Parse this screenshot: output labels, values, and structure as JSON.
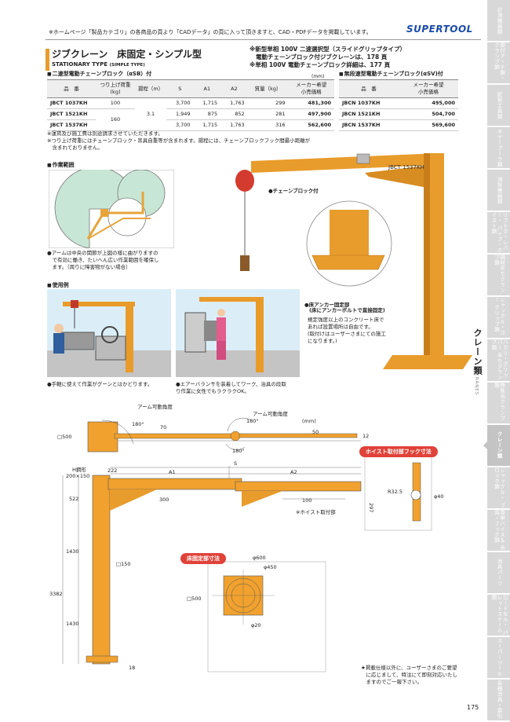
{
  "header": {
    "note": "※ホームページ「製品カテゴリ」の各商品の頁より「CADデータ」の頁に入って頂きますと、CAD・PDFデータを掲載しています。",
    "logo": "SUPERTOOL"
  },
  "title": {
    "main": "ジブクレーン　床固定・シンプル型",
    "sub_en": "STATIONARY TYPE",
    "sub_en_small": "(SIMPLE TYPE)"
  },
  "new_notes": [
    "※新型単相 100V 二速選択型（スライドグリップタイプ）",
    "電動チェーンブロック付ジブクレーンは、178 頁",
    "※単相 100V 電動チェーンブロック詳細は、177 頁"
  ],
  "table_left": {
    "heading": "二速型電動チェーンブロック（αSB）付",
    "unit": "(mm)",
    "columns": [
      "品　番",
      "つり上げ荷重\n(kg)",
      "揚程（m）",
      "S",
      "A1",
      "A2",
      "質量（kg）",
      "メーカー希望\n小売価格"
    ],
    "rows": [
      [
        "JBCT 1037KH",
        "100",
        "",
        "3,700",
        "1,715",
        "1,763",
        "299",
        "481,300"
      ],
      [
        "JBCT 1521KH",
        "",
        "3.1",
        "1,949",
        "875",
        "852",
        "281",
        "497,900"
      ],
      [
        "JBCT 1537KH",
        "160",
        "",
        "3,700",
        "1,715",
        "1,763",
        "316",
        "562,600"
      ]
    ]
  },
  "table_right": {
    "heading": "無段速型電動チェーンブロック(αSV)付",
    "columns": [
      "品　番",
      "メーカー希望\n小売価格"
    ],
    "rows": [
      [
        "JBCN 1037KH",
        "495,000"
      ],
      [
        "JBCN 1521KH",
        "504,700"
      ],
      [
        "JBCN 1537KH",
        "569,600"
      ]
    ]
  },
  "table_notes": [
    "※運賃及び施工費は別途請求させていただきます。",
    "※つり上げ荷重にはチェーンブロック・吊具自重等が含まれます。揚程には、チェーンブロックフック間最小距離が",
    "　含まれておりません。"
  ],
  "sections": {
    "range": "作業範囲",
    "usage": "使用例"
  },
  "range_note": [
    "●アームは中央の関節が上図の様に曲がりますの",
    "　で有効に働き、たいへん広い作業範囲を確保し",
    "　ます。（周りに障害物がない場合）"
  ],
  "usage_notes": {
    "left": "●手軽に使えて作業がグーンとはかどります。",
    "right": [
      "●エアーバランサを装着してワーク、治具の段取",
      "り作業に女性でもラクラクOK。"
    ]
  },
  "photo": {
    "chain_block": "●チェーンブロック付",
    "arm_text": "JBCT 1537KH",
    "anchor_title": "●床アンカー固定部",
    "anchor_sub": "(床にアンカーボルトで直接固定)",
    "anchor_desc": [
      "規定強度以上のコンクリート床で",
      "あれば設置場所は自由です。",
      "(取付けはユーザーさまにての施工",
      "になります。)"
    ]
  },
  "side_label": {
    "jp": "クレーン類",
    "en": "CRANES"
  },
  "drawing": {
    "unit": "(mm)",
    "arm_angle_1": "アーム可動角度",
    "arm_angle_2": "アーム可動角度",
    "deg180a": "180°",
    "deg180b": "180°",
    "deg180c": "180°",
    "d70": "70",
    "d50": "50",
    "d12": "12",
    "sq500a": "□500",
    "hbeam": "H鋼形",
    "hbeam_size": "200×150",
    "d222": "222",
    "S": "S",
    "A1": "A1",
    "A2": "A2",
    "d522": "522",
    "d300": "300",
    "d100": "100",
    "d297": "297",
    "hoist_point": "※ホイスト取付部",
    "hook_dims": "ホイスト取付部フック寸法",
    "r325": "R32.5",
    "phi40": "φ40",
    "d1430a": "1430",
    "d1430b": "1430",
    "d3382": "3382",
    "sq150": "□150",
    "floor_dims": "床固定部寸法",
    "phi600": "φ600",
    "phi450": "φ450",
    "sq500b": "□500",
    "phi20": "φ20",
    "d18": "18"
  },
  "footer_note": [
    "★掲載仕様以外に、ユーザーさまのご要望",
    "　に応じまして、特注にて即刻対応いたし",
    "　ますのでご一報下さい。"
  ],
  "page_number": "175",
  "sidebar": [
    {
      "label": "計測機器類"
    },
    {
      "label": "脚付ア・チ類・\nクランプ類"
    },
    {
      "label": "配管工具類"
    },
    {
      "label": "ギヤープーラ類"
    },
    {
      "label": "溶接機器類"
    },
    {
      "label": "リフトク・レバー・\nパイプ・ホイスト類"
    },
    {
      "label": "鋼材吊りクランプ類"
    },
    {
      "label": "シャックル・ヨー\nクリップ類"
    },
    {
      "label": "ハカリ・グリッパー\n吊りクランプ類"
    },
    {
      "label": "特殊吊クランプ類"
    },
    {
      "label": "クレーン類"
    },
    {
      "label": "シャックル・\nブロック類"
    },
    {
      "label": "簡単バイス＆\n吊具・フック類"
    },
    {
      "label": "治具パーツ"
    },
    {
      "label": "ロードセル・\nパレットスケール類"
    },
    {
      "label": "スーパーツール"
    },
    {
      "label": "各種治具・索引"
    }
  ],
  "colors": {
    "accent": "#e89c2c",
    "crane": "#f0a12e",
    "pill": "#e0423a",
    "logo": "#1a4ba8"
  }
}
